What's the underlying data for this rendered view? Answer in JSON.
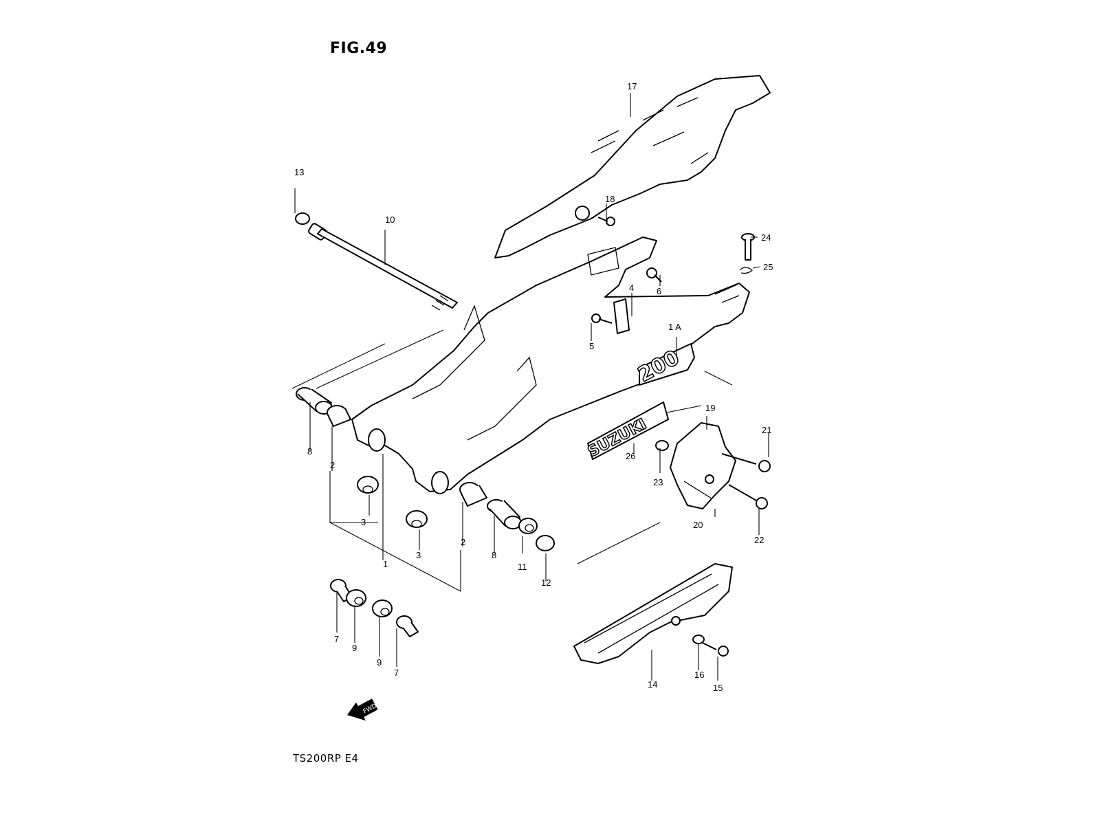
{
  "figure": {
    "title": "FIG.49",
    "model_code": "TS200RP  E4",
    "fwd_badge": "FWD"
  },
  "swingarm_decals": {
    "displacement_decal": "200",
    "brand_decal": "SUZUKI"
  },
  "callouts": [
    "1",
    "1 A",
    "2",
    "2",
    "3",
    "3",
    "4",
    "5",
    "6",
    "7",
    "7",
    "8",
    "8",
    "9",
    "9",
    "10",
    "11",
    "12",
    "13",
    "14",
    "15",
    "16",
    "17",
    "18",
    "19",
    "20",
    "21",
    "22",
    "23",
    "24",
    "25",
    "26"
  ]
}
